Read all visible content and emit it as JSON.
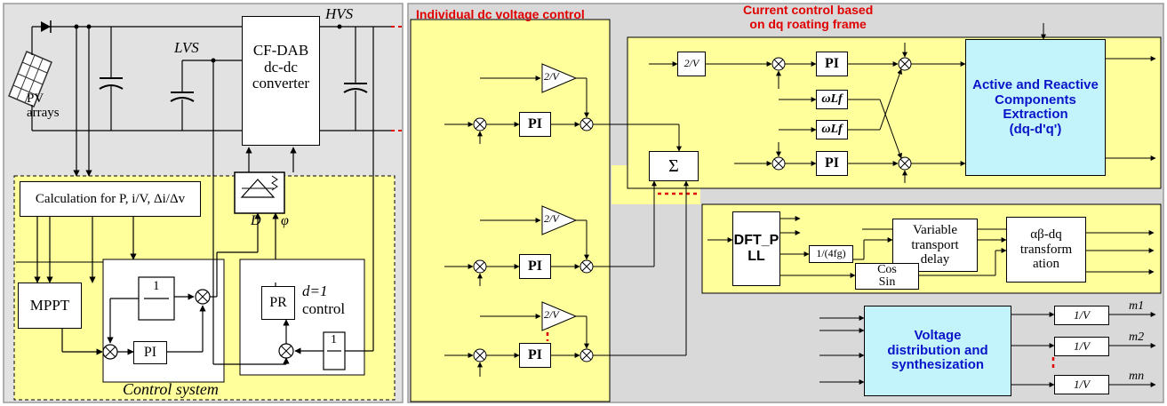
{
  "colors": {
    "panel_left": "#e2e2e2",
    "panel_yellow": "#ffff9c",
    "panel_right": "#d9d9d9",
    "title_red": "#e00000",
    "block_cyan": "#c4f4fb",
    "block_text_blue": "#0a14c8",
    "dash_red": "#e00000"
  },
  "left": {
    "pv_label": "PV\narrays",
    "calc_block": "Calculation for P, i/V, Δi/Δv",
    "mppt": "MPPT",
    "pi": "PI",
    "pr": "PR",
    "d_control_1": "d=1",
    "d_control_2": "control",
    "control_system": "Control system",
    "converter": "CF-DAB\ndc-dc\nconverter",
    "hvs": "HVS",
    "lvs": "LVS",
    "phi": "φ",
    "d_label": "D",
    "frac_one": "1"
  },
  "right": {
    "title_individual": "Individual dc voltage control",
    "title_current": "Current control based\non dq roating frame",
    "pi": "PI",
    "sigma": "Σ",
    "omega_lf": "ωLf",
    "extraction": "Active and Reactive\nComponents\nExtraction\n(dq-d'q')",
    "dft_pll": "DFT_P\nLL",
    "quarter_delay": "1/(4fg)",
    "variable_delay": "Variable\ntransport\ndelay",
    "cos_sin": "Cos\nSin",
    "ab_dq": "αβ-dq\ntransform\nation",
    "synth": "Voltage\ndistribution and\nsynthesization",
    "inv_v": "1/V",
    "gain_2v": "2/V",
    "m1": "m1",
    "m2": "m2",
    "mn": "mn"
  }
}
